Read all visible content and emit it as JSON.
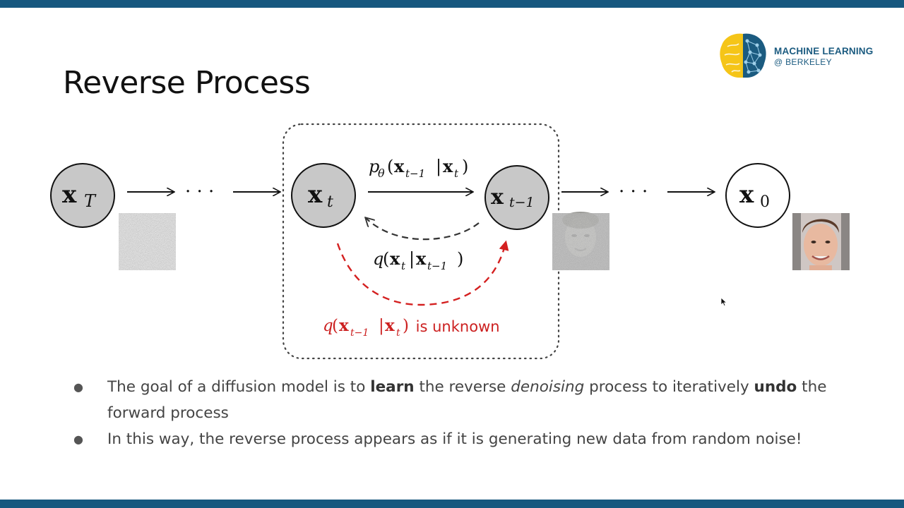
{
  "slide": {
    "title": "Reverse Process",
    "accent_color": "#17587f"
  },
  "logo": {
    "line1": "MACHINE LEARNING",
    "line2": "@ BERKELEY",
    "icon": "brain-icon"
  },
  "diagram": {
    "nodes": {
      "xT": "x",
      "xT_sub": "T",
      "xt": "x",
      "xt_sub": "t",
      "xt1": "x",
      "xt1_sub": "t−1",
      "x0": "x",
      "x0_sub": "0"
    },
    "dots_left": "· · ·",
    "dots_right": "· · ·",
    "p_theta_label": {
      "p": "p",
      "theta": "θ",
      "open": "(",
      "x1": "x",
      "x1_sub": "t−1",
      "bar": "|",
      "x2": "x",
      "x2_sub": "t",
      "close": ")"
    },
    "q_forward_label": {
      "q": "q",
      "open": "(",
      "x1": "x",
      "x1_sub": "t",
      "bar": "|",
      "x2": "x",
      "x2_sub": "t−1",
      "close": ")"
    },
    "q_unknown_label": {
      "q": "q",
      "open": "(",
      "x1": "x",
      "x1_sub": "t−1",
      "bar": "|",
      "x2": "x",
      "x2_sub": "t",
      "close": ")",
      "suffix": " is unknown"
    },
    "colors": {
      "node_fill": "#c8c8c8",
      "red_arrow": "#d42020",
      "unknown_text": "#cc2020"
    }
  },
  "bullets": [
    {
      "parts": [
        {
          "text": "The goal of a diffusion model is to ",
          "style": "normal"
        },
        {
          "text": "learn",
          "style": "bold"
        },
        {
          "text": " the reverse ",
          "style": "normal"
        },
        {
          "text": "denoising",
          "style": "italic"
        },
        {
          "text": " process to iteratively ",
          "style": "normal"
        },
        {
          "text": "undo",
          "style": "bold"
        },
        {
          "text": " the forward process",
          "style": "normal"
        }
      ]
    },
    {
      "parts": [
        {
          "text": "In this way, the reverse process appears as if it is generating new data from random noise!",
          "style": "normal"
        }
      ]
    }
  ]
}
